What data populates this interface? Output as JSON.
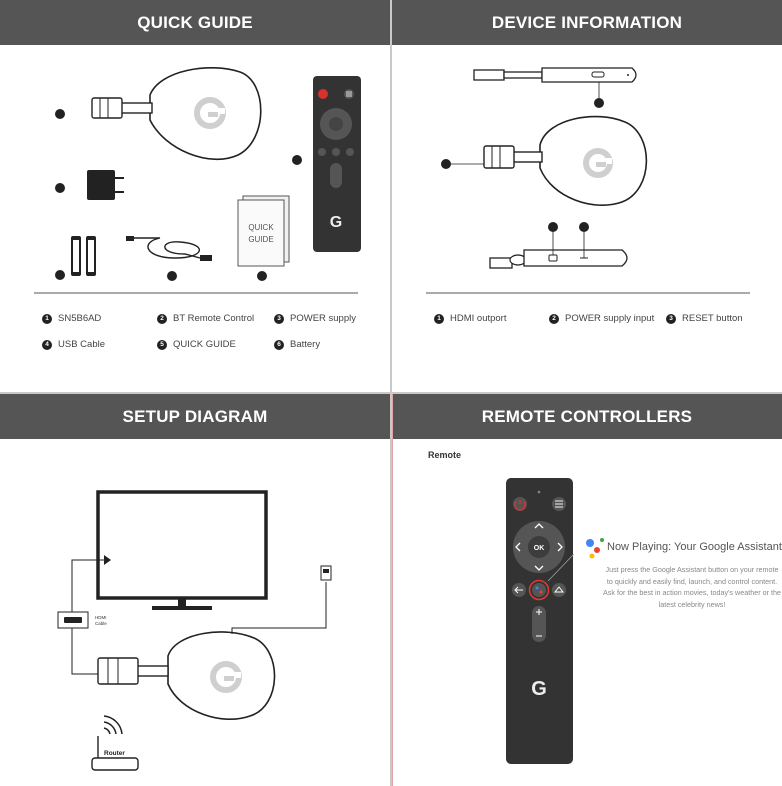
{
  "quick_guide": {
    "title": "QUICK GUIDE",
    "box_label_line1": "QUICK",
    "box_label_line2": "GUIDE",
    "legend": [
      {
        "num": "1",
        "label": "SN5B6AD"
      },
      {
        "num": "2",
        "label": "BT Remote Control"
      },
      {
        "num": "3",
        "label": "POWER supply"
      },
      {
        "num": "4",
        "label": "USB Cable"
      },
      {
        "num": "5",
        "label": "QUICK GUIDE"
      },
      {
        "num": "6",
        "label": "Battery"
      }
    ]
  },
  "device_information": {
    "title": "DEVICE INFORMATION",
    "legend": [
      {
        "num": "1",
        "label": "HDMI outport"
      },
      {
        "num": "2",
        "label": "POWER supply input"
      },
      {
        "num": "3",
        "label": "RESET button"
      }
    ]
  },
  "setup_diagram": {
    "title": "SETUP DIAGRAM",
    "hdmi_cable_label_line1": "HDMI",
    "hdmi_cable_label_line2": "Cable",
    "router_label": "Router"
  },
  "remote_controllers": {
    "title": "REMOTE CONTROLLERS",
    "remote_label": "Remote",
    "ok_label": "OK",
    "now_playing": "Now Playing: Your Google Assistant",
    "description": "Just press the Google Assistant button on your remote to quickly and easily find, launch, and control content. Ask for the best in action movies, today's weather or the latest celebrity news!"
  },
  "colors": {
    "header_bg": "#555555",
    "device_gray": "#cfcfcf",
    "remote_body": "#333333",
    "power_red": "#d9302c",
    "assistant_blue": "#4285F4",
    "assistant_red": "#EA4335",
    "assistant_yellow": "#FBBC05",
    "assistant_green": "#34A853"
  }
}
